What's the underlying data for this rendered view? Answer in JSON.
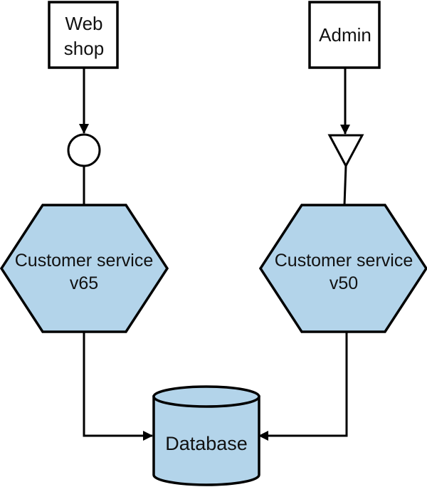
{
  "colors": {
    "fill": "#b3d4ea",
    "stroke": "#000000",
    "background": "#ffffff"
  },
  "nodes": {
    "web_shop": {
      "line1": "Web",
      "line2": "shop"
    },
    "admin": {
      "label": "Admin"
    },
    "service_left": {
      "line1": "Customer service",
      "line2": "v65"
    },
    "service_right": {
      "line1": "Customer service",
      "line2": "v50"
    },
    "database": {
      "label": "Database"
    }
  },
  "interfaces": {
    "left": "circle-interface-icon",
    "right": "triangle-interface-icon"
  },
  "edges": [
    {
      "from": "Web shop",
      "to": "circle interface",
      "arrow": true
    },
    {
      "from": "circle interface",
      "to": "Customer service v65",
      "arrow": false
    },
    {
      "from": "Admin",
      "to": "triangle interface",
      "arrow": true
    },
    {
      "from": "triangle interface",
      "to": "Customer service v50",
      "arrow": false
    },
    {
      "from": "Customer service v65",
      "to": "Database",
      "arrow": true
    },
    {
      "from": "Customer service v50",
      "to": "Database",
      "arrow": true
    }
  ]
}
